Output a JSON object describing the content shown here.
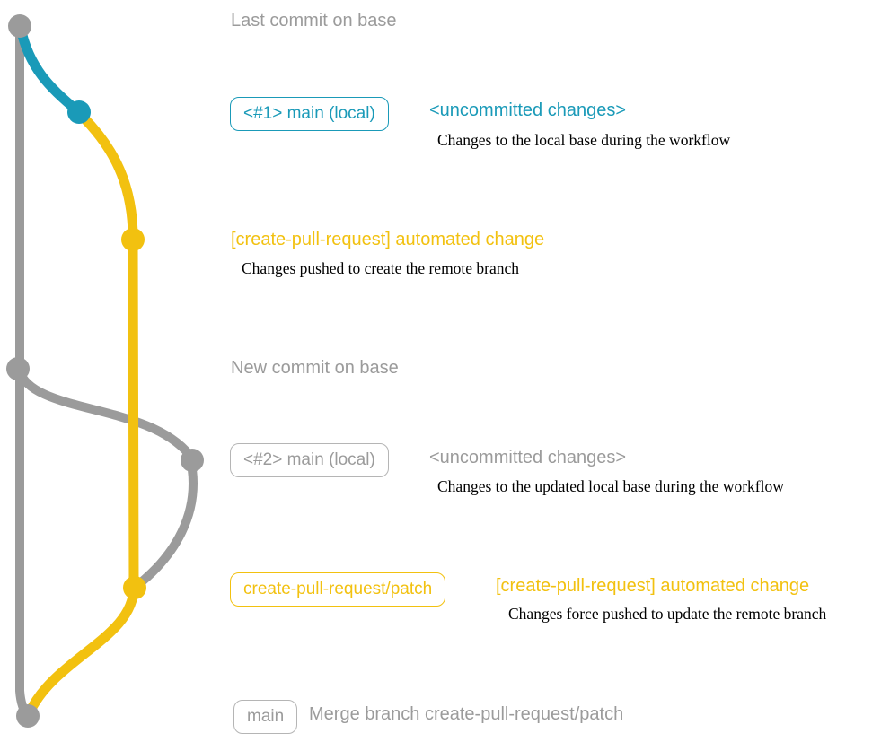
{
  "colors": {
    "gray": "#9b9b9b",
    "teal": "#1a9ab8",
    "yellow": "#f2c110",
    "text_dark": "#000000"
  },
  "graph": {
    "commits": [
      {
        "id": "base-top",
        "branch": "base",
        "color": "gray"
      },
      {
        "id": "main-local-1",
        "branch": "main (local)",
        "color": "teal"
      },
      {
        "id": "automated-change-1",
        "branch": "create-pull-request/patch",
        "color": "yellow"
      },
      {
        "id": "base-new",
        "branch": "base",
        "color": "gray"
      },
      {
        "id": "main-local-2",
        "branch": "main (local)",
        "color": "gray"
      },
      {
        "id": "automated-change-2",
        "branch": "create-pull-request/patch",
        "color": "yellow"
      },
      {
        "id": "merge-commit",
        "branch": "base",
        "color": "gray"
      }
    ]
  },
  "annotations": {
    "last_commit_label": "Last commit on base",
    "row1": {
      "badge": "<#1> main (local)",
      "status": "<uncommitted changes>",
      "description": "Changes to the local base during the workflow"
    },
    "row2": {
      "title": "[create-pull-request] automated change",
      "description": "Changes pushed to create the remote branch"
    },
    "new_commit_label": "New commit on base",
    "row3": {
      "badge": "<#2> main (local)",
      "status": "<uncommitted changes>",
      "description": "Changes to the updated local base during the workflow"
    },
    "row4": {
      "badge": "create-pull-request/patch",
      "title": "[create-pull-request] automated change",
      "description": "Changes force pushed to update the remote branch"
    },
    "row5": {
      "badge": "main",
      "message": "Merge branch create-pull-request/patch"
    }
  }
}
